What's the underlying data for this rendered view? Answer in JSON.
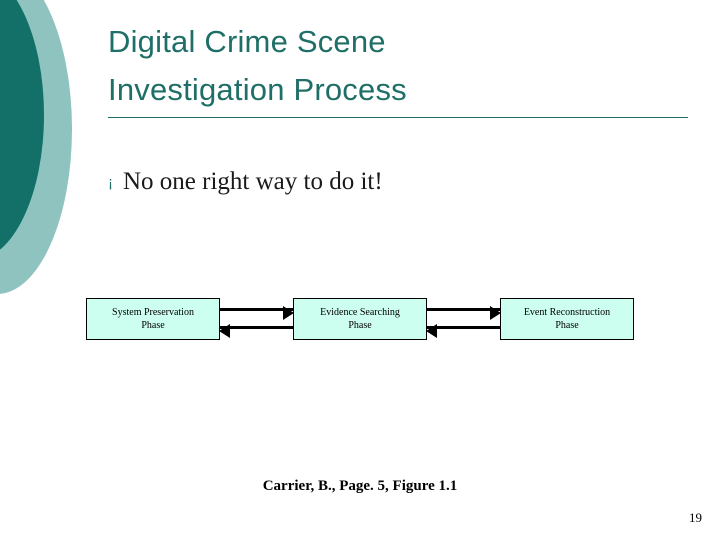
{
  "slide": {
    "title_lines": [
      "Digital Crime Scene",
      "Investigation Process"
    ],
    "bullet": {
      "marker": "¡",
      "text": "No one right way to do it!"
    },
    "diagram": {
      "boxes": [
        {
          "line1": "System Preservation",
          "line2": "Phase"
        },
        {
          "line1": "Evidence Searching",
          "line2": "Phase"
        },
        {
          "line1": "Event Reconstruction",
          "line2": "Phase"
        }
      ],
      "connectors": [
        {
          "top_direction": "right",
          "bottom_direction": "left"
        },
        {
          "top_direction": "right",
          "bottom_direction": "left"
        }
      ]
    },
    "caption": "Carrier, B., Page. 5, Figure 1.1",
    "page_number": "19",
    "colors": {
      "title": "#1f6f68",
      "box_fill": "#ccfff0",
      "deco_dark": "#127068",
      "deco_light": "#8fc3bf"
    }
  }
}
